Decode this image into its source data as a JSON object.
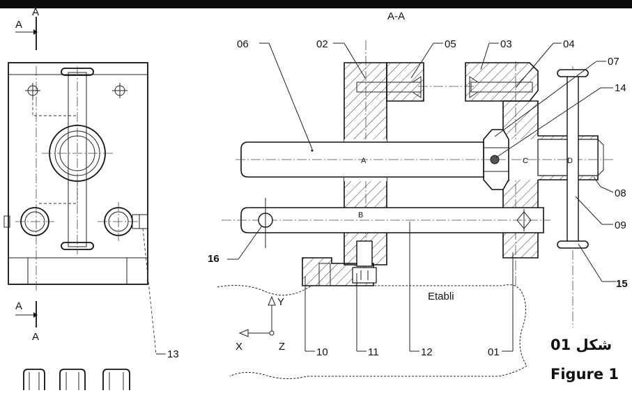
{
  "section": {
    "title": "A-A",
    "marker_letter": "A",
    "marker_arrow_label": "A"
  },
  "part_numbers": {
    "p01": "01",
    "p02": "02",
    "p03": "03",
    "p04": "04",
    "p05": "05",
    "p06": "06",
    "p07": "07",
    "p08": "08",
    "p09": "09",
    "p10": "10",
    "p11": "11",
    "p12": "12",
    "p13": "13",
    "p14": "14",
    "p15": "15",
    "p16": "16"
  },
  "points": {
    "a": "A",
    "b": "B",
    "c": "C",
    "d": "D"
  },
  "bench_label": "Etabli",
  "axes": {
    "x": "X",
    "y": "Y",
    "z": "Z"
  },
  "caption": {
    "arabic": "شكل 01",
    "english": "Figure 1"
  }
}
